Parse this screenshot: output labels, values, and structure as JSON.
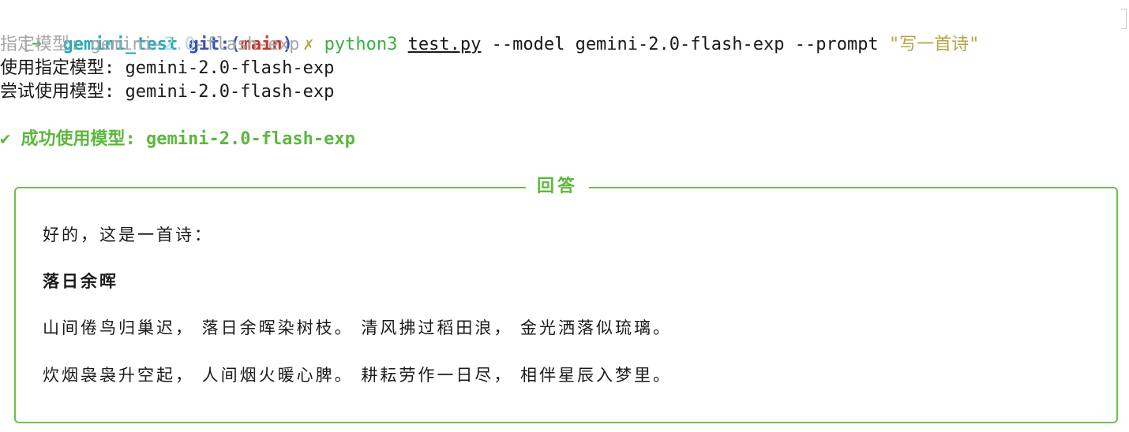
{
  "terminal": {
    "prompt": {
      "open_bracket": "[",
      "arrow": "➜",
      "directory": "gemini_test",
      "git_label": "git:(",
      "branch": "main",
      "git_close": ")",
      "dirty_mark": "✗",
      "command": "python3",
      "file": "test.py",
      "args": "--model gemini-2.0-flash-exp --prompt",
      "prompt_string": "\"写一首诗\""
    },
    "lines": {
      "specified_prefix": "指定模型: gemini-",
      "specified_hl": "2.0",
      "specified_suffix": "-flash-exp",
      "using_specified": "使用指定模型: gemini-2.0-flash-exp",
      "trying": "尝试使用模型: gemini-2.0-flash-exp",
      "success_check": "✔",
      "success": "成功使用模型: gemini-2.0-flash-exp"
    }
  },
  "answer": {
    "title": "回答",
    "intro": "好的，这是一首诗：",
    "poem_title": "落日余晖",
    "stanza1": "山间倦鸟归巢迟， 落日余晖染树枝。 清风拂过稻田浪， 金光洒落似琉璃。",
    "stanza2": "炊烟袅袅升空起， 人间烟火暖心脾。 耕耘劳作一日尽， 相伴星辰入梦里。"
  },
  "colors": {
    "border_green": "#6cc04a",
    "success_green": "#5cb83f",
    "dir_cyan": "#2aa9b8",
    "branch_red": "#c0392b",
    "string_yellow": "#b3a545"
  }
}
